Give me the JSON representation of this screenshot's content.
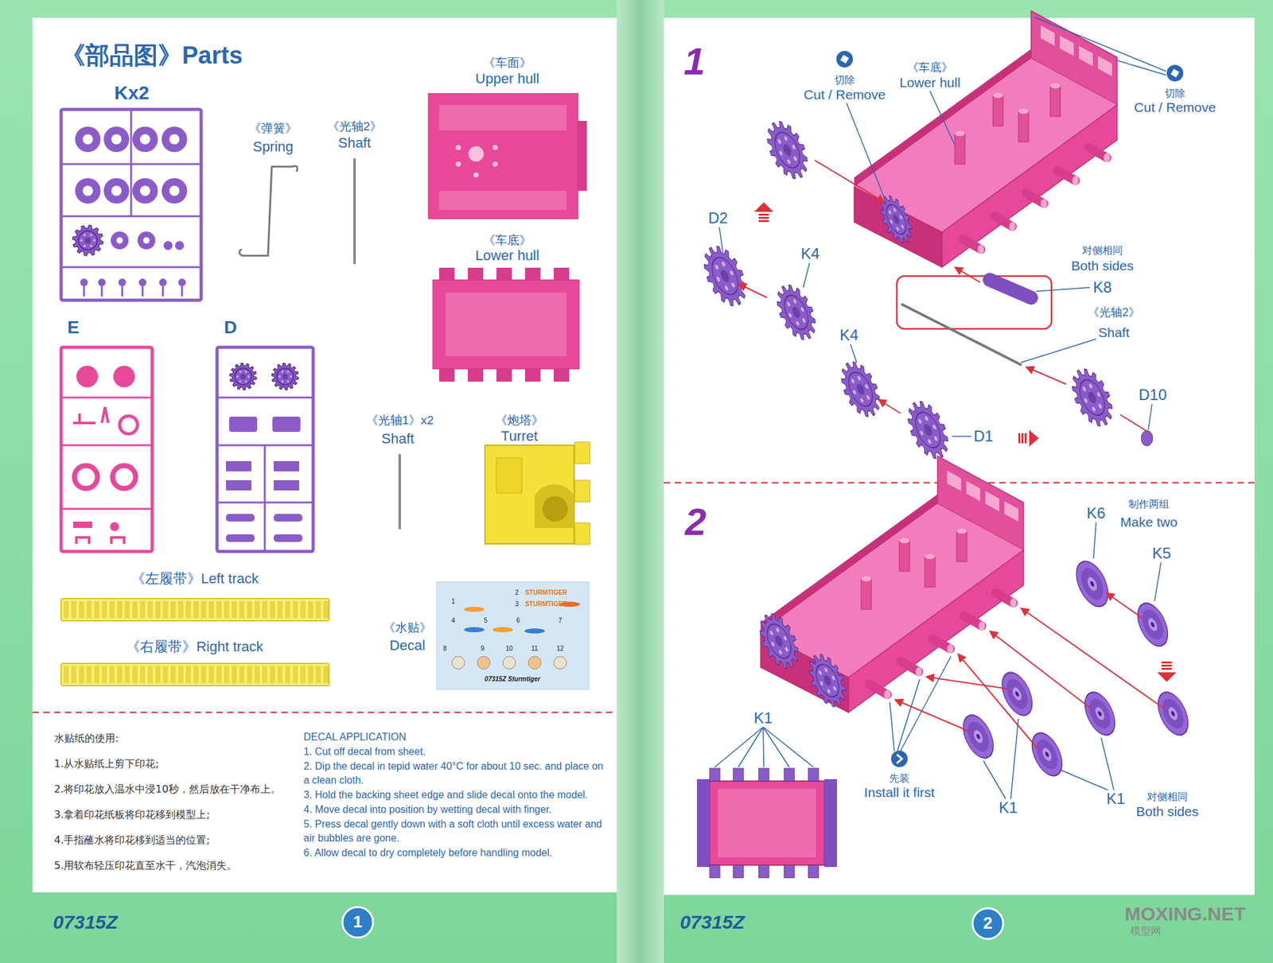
{
  "diagram": {
    "title": "《部品图》Parts",
    "labels": [
      "Kx2",
      "《弹簧》",
      "Spring",
      "《光轴2》",
      "Shaft",
      "《车面》",
      "Upper hull",
      "《车底》",
      "Lower hull",
      "E",
      "D",
      "《光轴1》x2",
      "Shaft",
      "《炮塔》",
      "Turret",
      "《左履带》Left track",
      "《水贴》",
      "Decal",
      "《右履带》Right track",
      "STURMTIGER",
      "STURMTIGER",
      "1",
      "2",
      "3",
      "4",
      "5",
      "6",
      "7",
      "8",
      "9",
      "10",
      "11",
      "12",
      "07315Z Sturmtiger",
      "水贴纸的使用:",
      "1.从水贴纸上剪下印花;",
      "2.将印花放入温水中浸10秒，然后放在干净布上。",
      "3.拿着印花纸板将印花移到模型上;",
      "4.手指蘸水将印花移到适当的位置;",
      "5.用软布轻压印花直至水干，汽泡消失。",
      "DECAL APPLICATION",
      "1. Cut off decal from sheet.",
      "2. Dip the decal in tepid water 40°C for about 10 sec. and place on a clean cloth.",
      "3. Hold the backing sheet edge and slide decal onto the model.",
      "4. Move decal into position by wetting decal with finger.",
      "5. Press decal gently down with a soft cloth until excess water and air bubbles are gone.",
      "6. Allow decal to dry completely before handling model.",
      "07315Z",
      "1",
      "1",
      "切除",
      "Cut / Remove",
      "《车底》",
      "Lower hull",
      "切除",
      "Cut / Remove",
      "D2",
      "K4",
      "对侧相同",
      "Both sides",
      "K8",
      "K4",
      "《光轴2》",
      "Shaft",
      "D10",
      "D1",
      "2",
      "制作两组",
      "Make two",
      "K6",
      "K5",
      "K1",
      "先装",
      "Install it first",
      "K1",
      "K1",
      "对侧相同",
      "Both sides",
      "07315Z",
      "2",
      "MOXING.NET",
      "模型网"
    ]
  }
}
